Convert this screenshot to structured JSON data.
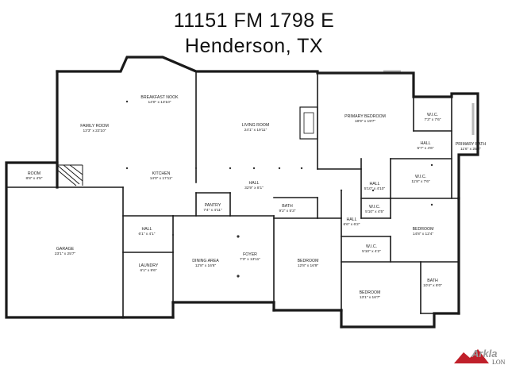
{
  "header": {
    "address_line1": "11151 FM 1798 E",
    "address_line2": "Henderson, TX"
  },
  "rooms": [
    {
      "id": "breakfast-nook",
      "name": "BREAKFAST NOOK",
      "dims": "14'0\" x 13'10\""
    },
    {
      "id": "family-room",
      "name": "FAMILY ROOM",
      "dims": "13'3\" x 22'10\""
    },
    {
      "id": "living-room",
      "name": "LIVING ROOM",
      "dims": "24'1\" x 19'11\""
    },
    {
      "id": "primary-bedroom",
      "name": "PRIMARY BEDROOM",
      "dims": "18'9\" x 19'7\""
    },
    {
      "id": "wic-1",
      "name": "W.I.C.",
      "dims": "7'3\" x 7'6\""
    },
    {
      "id": "primary-bath",
      "name": "PRIMARY BATH",
      "dims": "11'6\" x 25'2\""
    },
    {
      "id": "hall-1",
      "name": "HALL",
      "dims": "5'7\" x 4'6\""
    },
    {
      "id": "wic-2",
      "name": "W.I.C.",
      "dims": "11'8\" x 7'6\""
    },
    {
      "id": "room",
      "name": "ROOM",
      "dims": "8'8\" x 4'5\""
    },
    {
      "id": "kitchen",
      "name": "KITCHEN",
      "dims": "14'0\" x 17'11\""
    },
    {
      "id": "hall-2",
      "name": "HALL",
      "dims": "32'9\" x 8'1\""
    },
    {
      "id": "hall-3",
      "name": "HALL",
      "dims": "5'10\" x 4'10\""
    },
    {
      "id": "pantry",
      "name": "PANTRY",
      "dims": "7'4\" x 4'11\""
    },
    {
      "id": "bath-1",
      "name": "BATH",
      "dims": "9'2\" x 5'3\""
    },
    {
      "id": "wic-3",
      "name": "W.I.C.",
      "dims": "5'10\" x 4'5\""
    },
    {
      "id": "hall-4",
      "name": "HALL",
      "dims": "6'6\" x 6'2\""
    },
    {
      "id": "bedroom-1",
      "name": "BEDROOM",
      "dims": "14'8\" x 12'4\""
    },
    {
      "id": "garage",
      "name": "GARAGE",
      "dims": "23'1\" x 25'7\""
    },
    {
      "id": "hall-5",
      "name": "HALL",
      "dims": "6'1\" x 4'1\""
    },
    {
      "id": "laundry",
      "name": "LAUNDRY",
      "dims": "6'1\" x 9'6\""
    },
    {
      "id": "dining-area",
      "name": "DINING AREA",
      "dims": "12'8\" x 16'6\""
    },
    {
      "id": "foyer",
      "name": "FOYER",
      "dims": "7'3\" x 13'11\""
    },
    {
      "id": "bedroom-2",
      "name": "BEDROOM",
      "dims": "12'8\" x 16'9\""
    },
    {
      "id": "wic-4",
      "name": "W.I.C.",
      "dims": "5'10\" x 4'2\""
    },
    {
      "id": "bath-2",
      "name": "BATH",
      "dims": "10'4\" x 8'0\""
    },
    {
      "id": "bedroom-3",
      "name": "BEDROOM",
      "dims": "13'1\" x 16'7\""
    }
  ],
  "brand": {
    "logo_text": "Arkla",
    "logo_subtext": "LON",
    "accent_color": "#c0202a",
    "logo_text_color": "#9a9a9a"
  }
}
